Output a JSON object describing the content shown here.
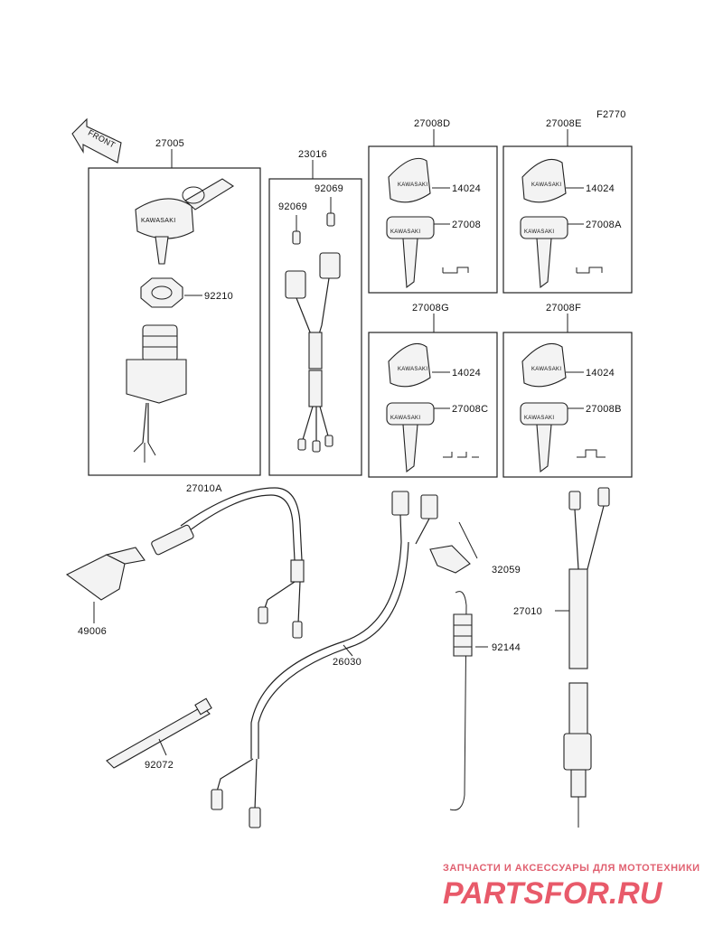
{
  "figure_code": "F2770",
  "front_label": "FRONT",
  "key_brand": "KAWASAKI",
  "parts": {
    "p27005": "27005",
    "p92210": "92210",
    "p27010A": "27010A",
    "p23016": "23016",
    "p92069a": "92069",
    "p92069b": "92069",
    "p27008D": "27008D",
    "p27008E": "27008E",
    "p27008G": "27008G",
    "p27008F": "27008F",
    "p14024a": "14024",
    "p14024b": "14024",
    "p14024c": "14024",
    "p14024d": "14024",
    "p27008": "27008",
    "p27008A": "27008A",
    "p27008C": "27008C",
    "p27008B": "27008B",
    "p49006": "49006",
    "p26030": "26030",
    "p32059": "32059",
    "p92144": "92144",
    "p27010": "27010",
    "p92072": "92072"
  },
  "watermark": {
    "tagline": "ЗАПЧАСТИ И АКСЕССУАРЫ ДЛЯ МОТОТЕХНИКИ",
    "logo": "PARTSFOR.RU"
  }
}
